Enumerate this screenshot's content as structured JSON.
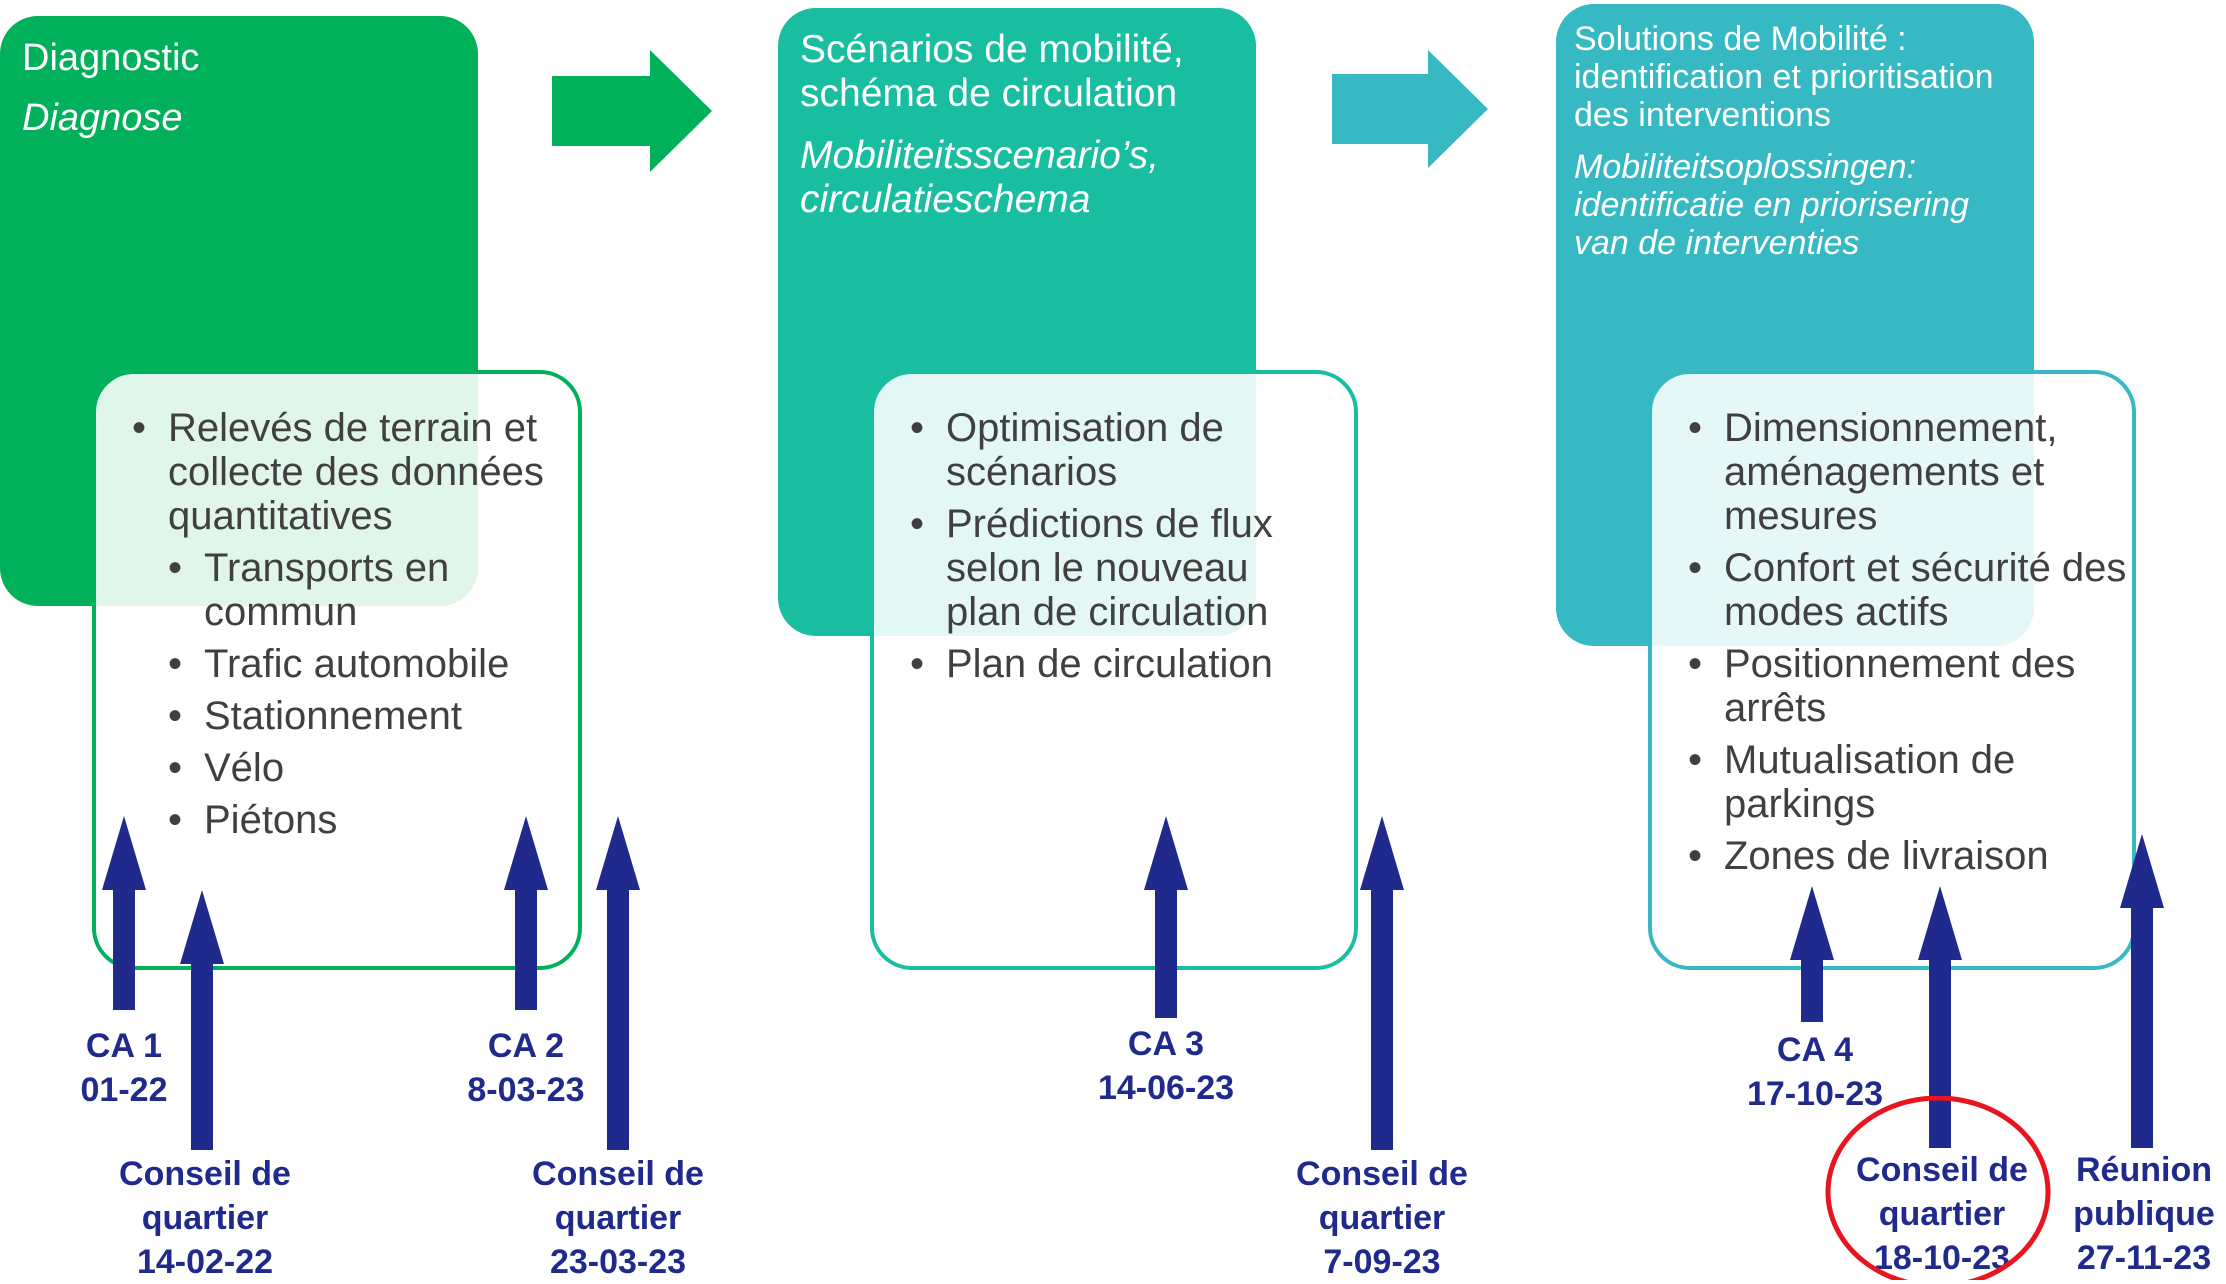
{
  "phases": [
    {
      "title": "Diagnostic",
      "subtitle": "Diagnose",
      "color": "#00b05a",
      "items": [
        {
          "text": "Relevés de terrain et collecte des données quantitatives",
          "level": 1
        },
        {
          "text": "Transports en commun",
          "level": 2
        },
        {
          "text": "Trafic automobile",
          "level": 2
        },
        {
          "text": "Stationnement",
          "level": 2
        },
        {
          "text": "Vélo",
          "level": 2
        },
        {
          "text": "Piétons",
          "level": 2
        }
      ]
    },
    {
      "title": "Scénarios de mobilité, schéma de circulation",
      "subtitle": "Mobiliteitsscenario’s, circulatieschema",
      "color": "#19bea0",
      "items": [
        {
          "text": "Optimisation de scénarios",
          "level": 1
        },
        {
          "text": "Prédictions de flux selon le nouveau plan de circulation",
          "level": 1
        },
        {
          "text": "Plan de circulation",
          "level": 1
        }
      ]
    },
    {
      "title": "Solutions de Mobilité : identification et prioritisation des interventions",
      "subtitle": "Mobiliteitsoplossingen: identificatie en priorisering van de interventies",
      "color": "#37b9c4",
      "items": [
        {
          "text": "Dimensionnement, aménagements et mesures",
          "level": 1
        },
        {
          "text": "Confort et sécurité des modes actifs",
          "level": 1
        },
        {
          "text": "Positionnement des arrêts",
          "level": 1
        },
        {
          "text": "Mutualisation de parkings",
          "level": 1
        },
        {
          "text": "Zones de livraison",
          "level": 1
        }
      ]
    }
  ],
  "milestones": [
    {
      "lines": [
        "CA 1",
        "01-22"
      ]
    },
    {
      "lines": [
        "Conseil de",
        "quartier",
        "14-02-22"
      ]
    },
    {
      "lines": [
        "CA 2",
        "8-03-23"
      ]
    },
    {
      "lines": [
        "Conseil de",
        "quartier",
        "23-03-23"
      ]
    },
    {
      "lines": [
        "CA 3",
        "14-06-23"
      ]
    },
    {
      "lines": [
        "Conseil de",
        "quartier",
        "7-09-23"
      ]
    },
    {
      "lines": [
        "CA 4",
        "17-10-23"
      ]
    },
    {
      "lines": [
        "Conseil de",
        "quartier",
        "18-10-23"
      ],
      "highlighted": true
    },
    {
      "lines": [
        "Réunion",
        "publique",
        "27-11-23"
      ]
    }
  ],
  "colors": {
    "arrow": "#1f2a8c",
    "highlight_ring": "#e8141e",
    "text_gray": "#404040"
  }
}
